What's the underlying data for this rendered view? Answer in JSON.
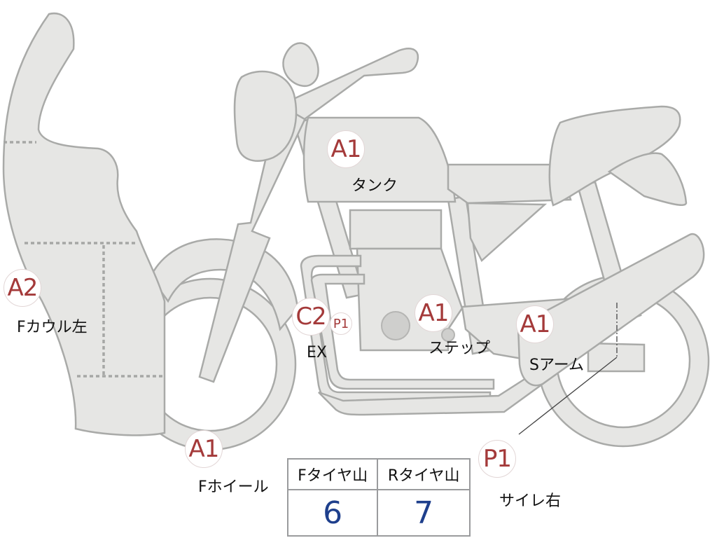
{
  "markers": [
    {
      "id": "tank",
      "code": "A1",
      "label": "タンク"
    },
    {
      "id": "cowl",
      "code": "A2",
      "label": "Fカウル左"
    },
    {
      "id": "ex",
      "code": "C2",
      "label": "EX"
    },
    {
      "id": "ex-p",
      "code": "P1",
      "label": ""
    },
    {
      "id": "step",
      "code": "A1",
      "label": "ステップ"
    },
    {
      "id": "swingarm",
      "code": "A1",
      "label": "Sアーム"
    },
    {
      "id": "wheel",
      "code": "A1",
      "label": "Fホイール"
    },
    {
      "id": "muffler",
      "code": "P1",
      "label": "サイレ右"
    }
  ],
  "tread": {
    "front_header": "Fタイヤ山",
    "rear_header": "Rタイヤ山",
    "front_value": "6",
    "rear_value": "7"
  },
  "colors": {
    "body_fill": "#e6e6e4",
    "outline": "#a9aaa8",
    "marker_text": "#a43a3a",
    "tread_value": "#1e3f8c"
  }
}
